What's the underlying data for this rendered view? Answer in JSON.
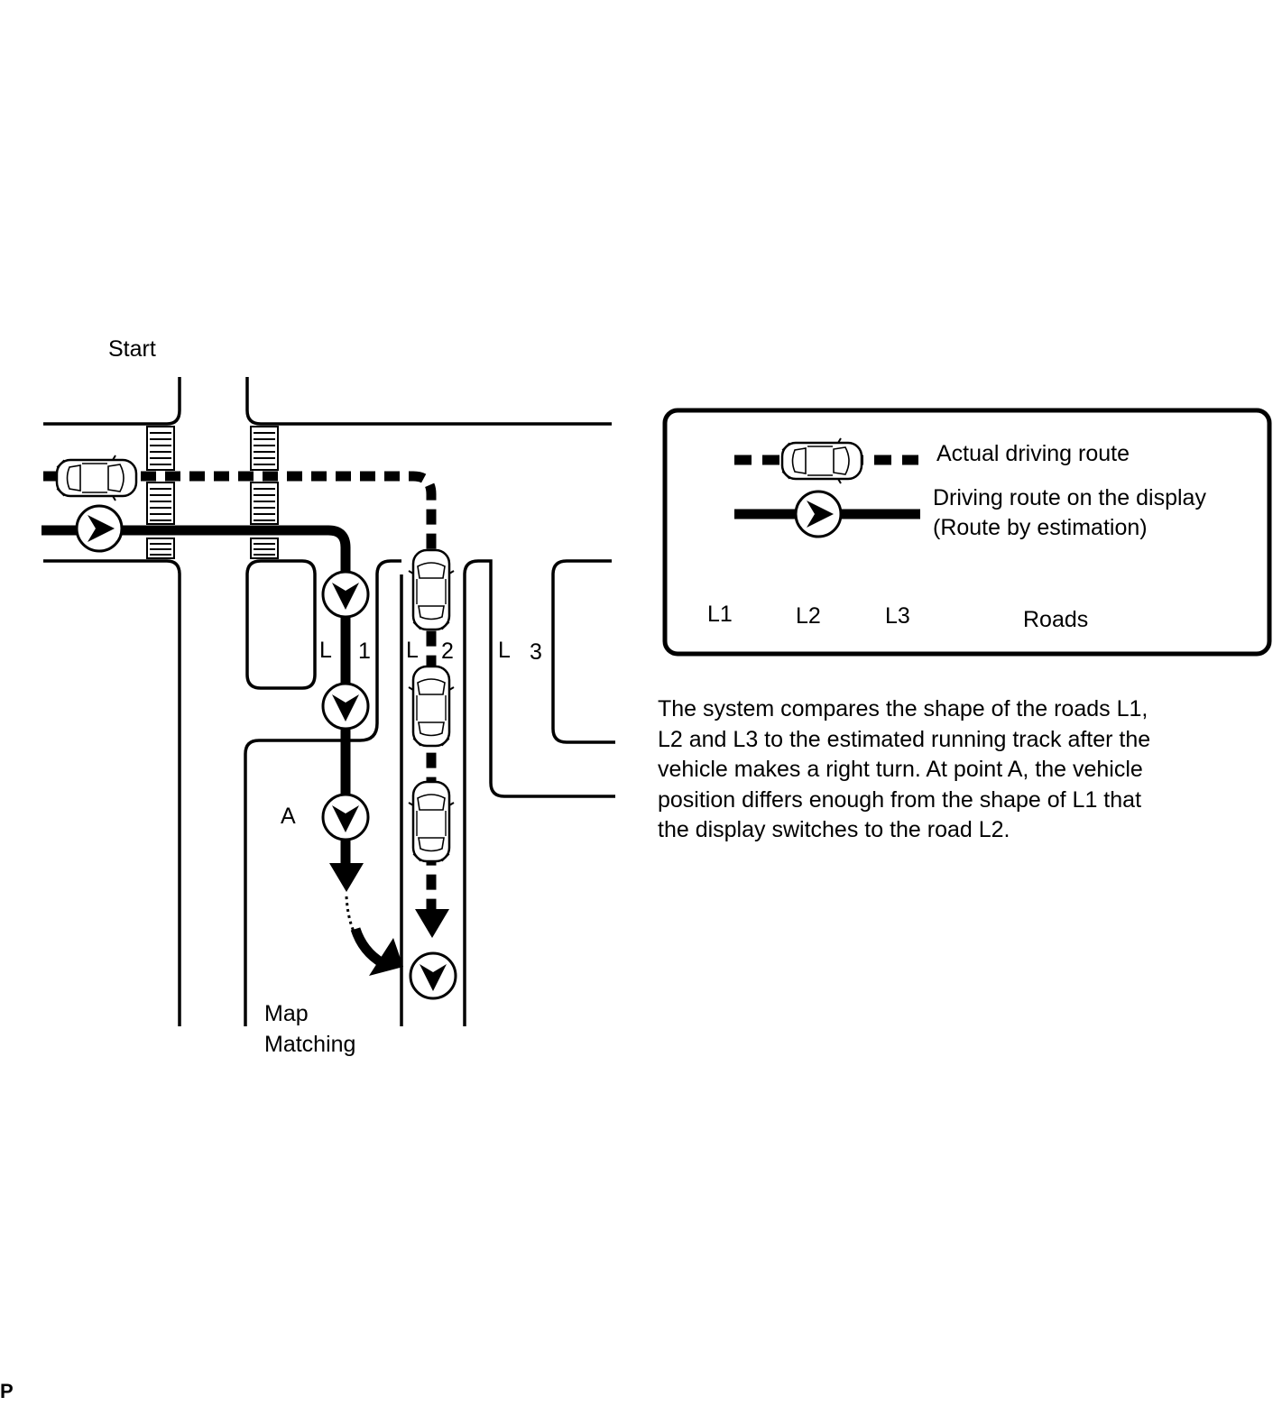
{
  "diagram": {
    "start_label": "Start",
    "road_labels": {
      "l1_letter": "L",
      "l1_number": "1",
      "l2_letter": "L",
      "l2_number": "2",
      "l3_letter": "L",
      "l3_number": "3"
    },
    "point_a_label": "A",
    "map_matching_label_line1": "Map",
    "map_matching_label_line2": "Matching",
    "colors": {
      "ink": "#000000",
      "paper": "#ffffff"
    }
  },
  "legend": {
    "actual_route_label": "Actual driving route",
    "display_route_label_line1": "Driving route on the display",
    "display_route_label_line2": "(Route by estimation)",
    "road_items": [
      "L1",
      "L2",
      "L3"
    ],
    "roads_label": "Roads"
  },
  "description": {
    "lines": [
      "The system compares the shape of the roads L1,",
      "L2 and L3 to the estimated running track after the",
      "vehicle makes a right turn. At point A, the vehicle",
      "position differs enough from the shape of L1 that",
      "the display switches to the road L2."
    ]
  },
  "corner_mark": "P"
}
